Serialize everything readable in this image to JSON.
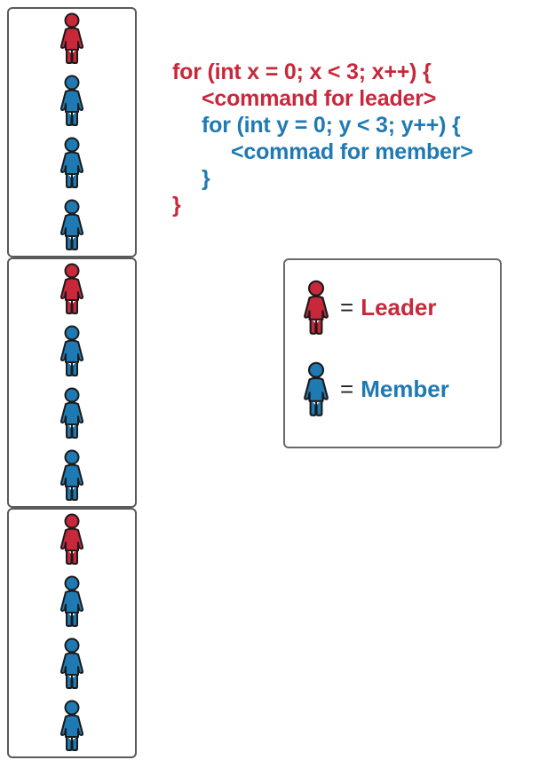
{
  "code_lines": [
    {
      "text": "for (int x = 0; x < 3; x++) {",
      "indent": 0,
      "color": "red"
    },
    {
      "text": "<command for leader>",
      "indent": 1,
      "color": "red"
    },
    {
      "text": "for (int y = 0; y < 3; y++) {",
      "indent": 1,
      "color": "blue"
    },
    {
      "text": "<commad for member>",
      "indent": 2,
      "color": "blue"
    },
    {
      "text": "}",
      "indent": 1,
      "color": "blue"
    },
    {
      "text": "}",
      "indent": 0,
      "color": "red"
    }
  ],
  "groups": [
    {
      "members": [
        "leader",
        "member",
        "member",
        "member"
      ]
    },
    {
      "members": [
        "leader",
        "member",
        "member",
        "member"
      ]
    },
    {
      "members": [
        "leader",
        "member",
        "member",
        "member"
      ]
    }
  ],
  "legend": {
    "leader": {
      "equals": "=",
      "label": "Leader"
    },
    "member": {
      "equals": "=",
      "label": "Member"
    }
  },
  "colors": {
    "leader": "#c8283a",
    "member": "#1f7ab3",
    "outline": "#1a1a1a"
  }
}
